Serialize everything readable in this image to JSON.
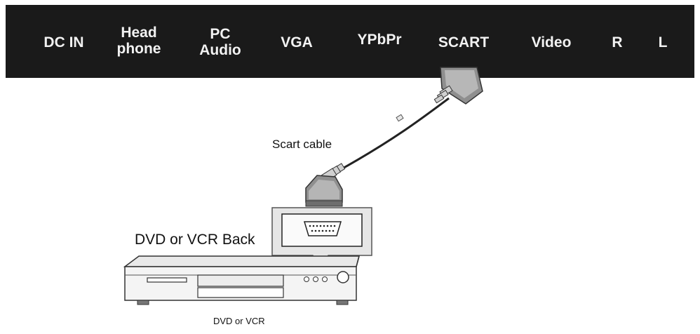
{
  "panel": {
    "ports": [
      {
        "id": "dc-in",
        "label": "DC IN"
      },
      {
        "id": "headphone",
        "label": "Head\nphone"
      },
      {
        "id": "pc-audio",
        "label": "PC\nAudio"
      },
      {
        "id": "vga",
        "label": "VGA"
      },
      {
        "id": "ypbpr",
        "label": "YPbPr"
      },
      {
        "id": "scart",
        "label": "SCART"
      },
      {
        "id": "video",
        "label": "Video"
      },
      {
        "id": "r",
        "label": "R"
      },
      {
        "id": "l",
        "label": "L"
      }
    ]
  },
  "labels": {
    "cable": "Scart cable",
    "device_back": "DVD or VCR Back",
    "device": "DVD or VCR"
  },
  "colors": {
    "panel": "#1a1a1a",
    "panel_text": "#f2f2f2",
    "line": "#222222"
  }
}
